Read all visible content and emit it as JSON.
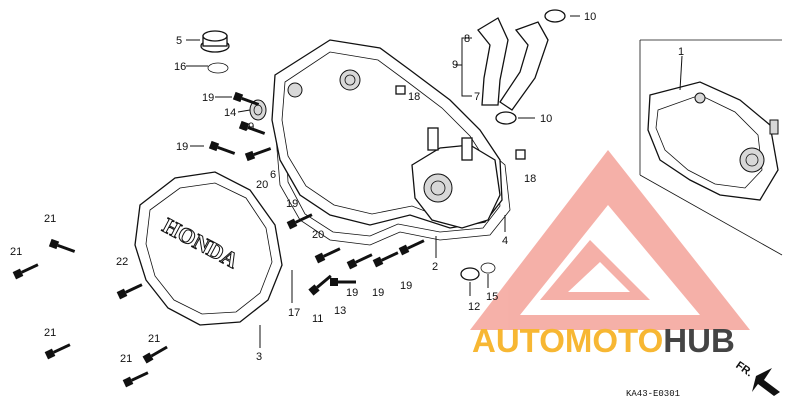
{
  "diagram": {
    "part_labels": [
      "1",
      "2",
      "3",
      "4",
      "5",
      "6",
      "7",
      "8",
      "9",
      "10",
      "10",
      "11",
      "12",
      "13",
      "14",
      "15",
      "16",
      "17",
      "18",
      "18",
      "19",
      "19",
      "19",
      "19",
      "19",
      "19",
      "19",
      "20",
      "20",
      "21",
      "21",
      "21",
      "21",
      "21",
      "22"
    ],
    "cover_text": "HONDA",
    "catalog_code": "KA43-E0301",
    "direction_label": "FR.",
    "watermark": {
      "text_part1": "AUTOMOTO",
      "text_part2": "HUB",
      "colors": {
        "auto": "#f7b733",
        "moto": "#ef6a5a",
        "hub": "#444444",
        "logo": "#ef6a5a"
      }
    }
  }
}
